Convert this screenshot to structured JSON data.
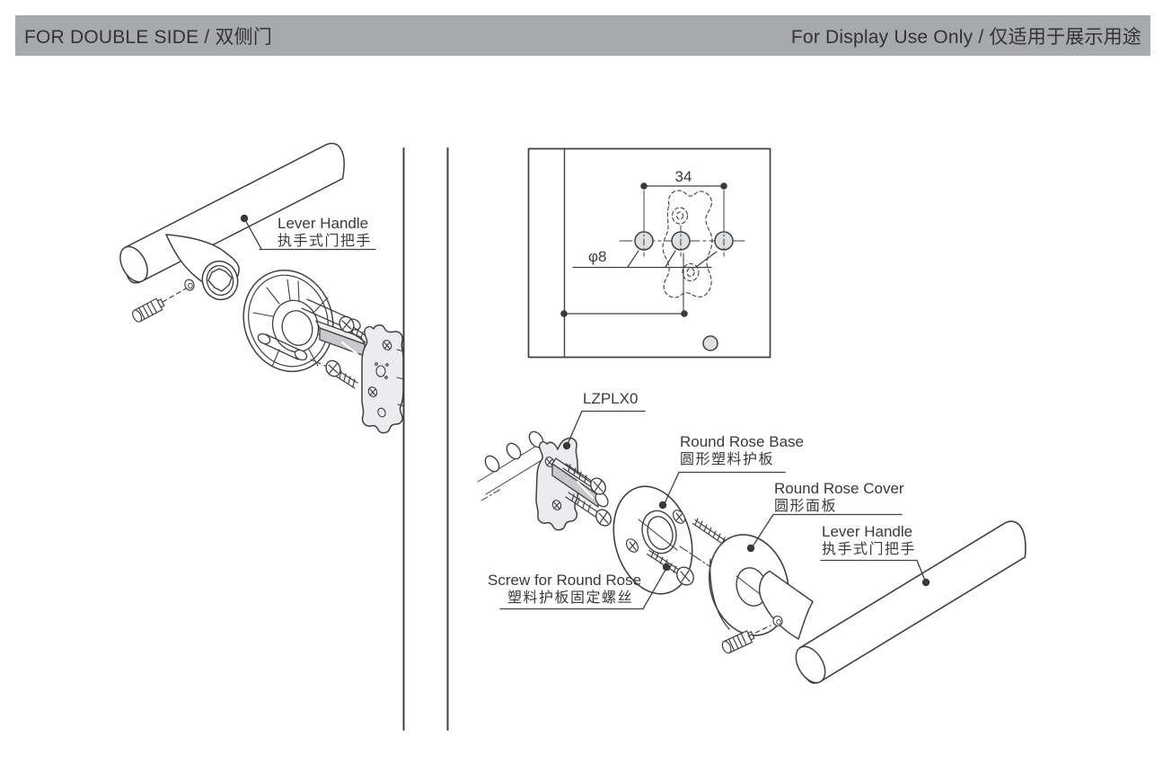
{
  "header": {
    "left_title": "FOR DOUBLE SIDE / 双侧门",
    "right_note": "For Display Use Only / 仅适用于展示用途"
  },
  "colors": {
    "header_bg": "#a8a9ad",
    "header_text": "#323237",
    "line": "#3f4043",
    "plate_fill": "#ececee",
    "spindle_fill": "#c8c9cb",
    "hole_fill": "#dfe0e2"
  },
  "diagram_left": {
    "label_lever_handle": {
      "en": "Lever Handle",
      "zh": "执手式门把手"
    }
  },
  "dimension_panel": {
    "hole_spacing": "34",
    "hole_diameter": "φ8"
  },
  "diagram_right": {
    "label_model": "LZPLX0",
    "label_rose_base": {
      "en": "Round Rose Base",
      "zh": "圆形塑料护板"
    },
    "label_rose_cover": {
      "en": "Round Rose Cover",
      "zh": "圆形面板"
    },
    "label_lever_handle": {
      "en": "Lever Handle",
      "zh": "执手式门把手"
    },
    "label_screw": {
      "en": "Screw for Round Rose",
      "zh": "塑料护板固定螺丝"
    }
  }
}
